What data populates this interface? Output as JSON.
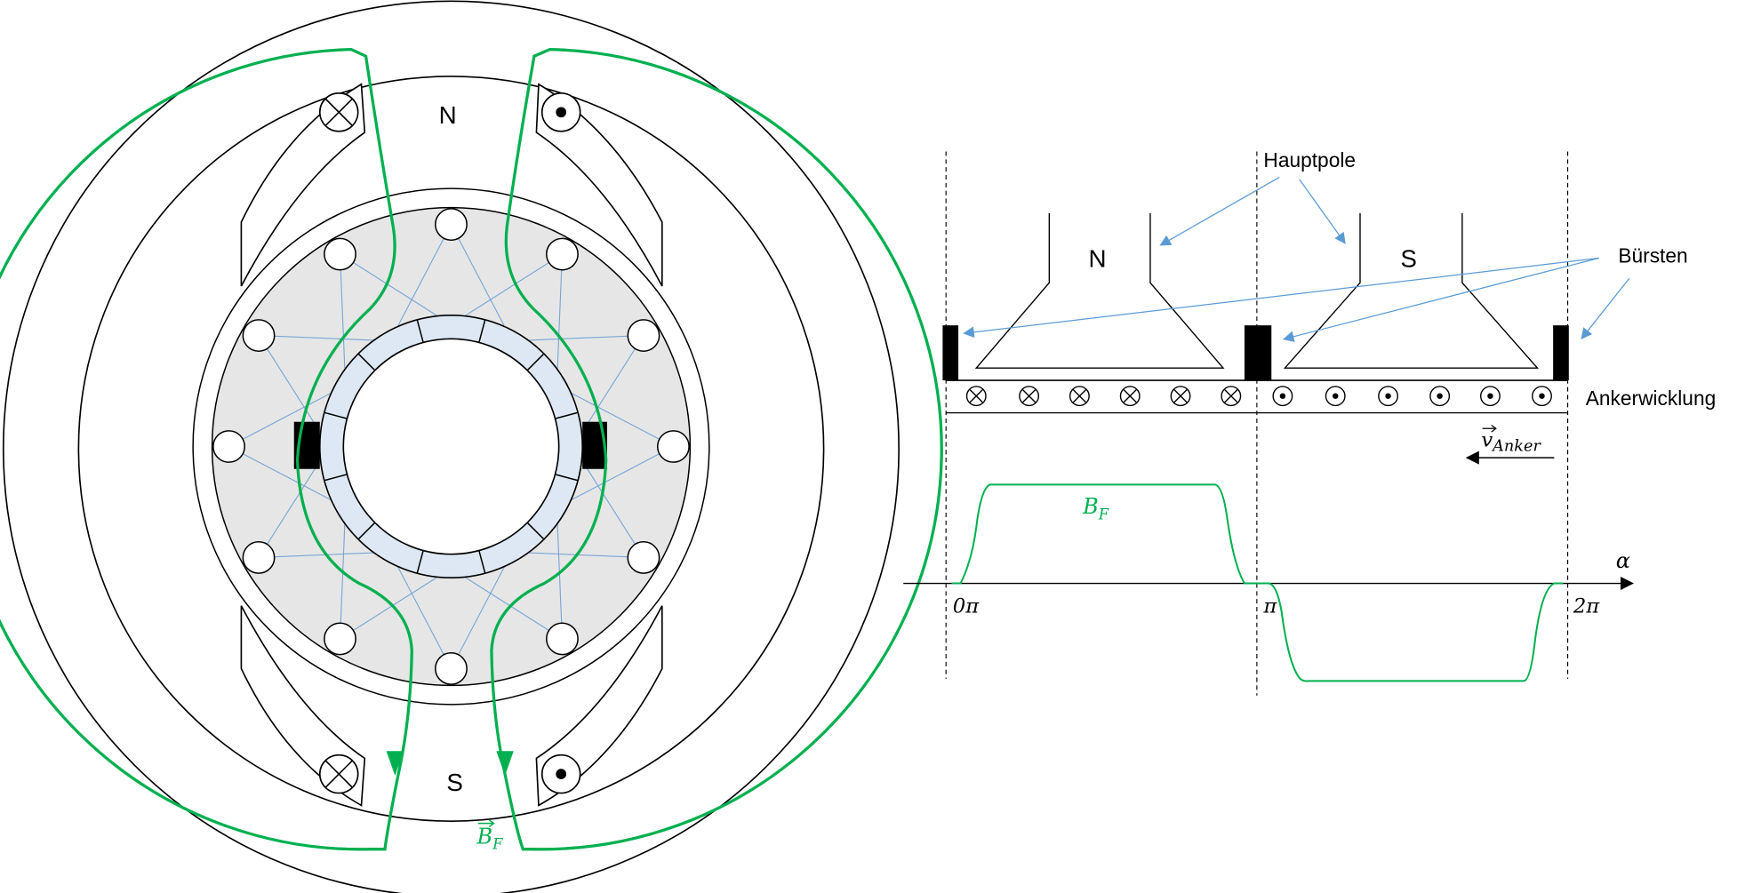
{
  "motor": {
    "pole_north": "N",
    "pole_south": "S",
    "field_label_main": "B",
    "field_label_sub": "F"
  },
  "developed_view": {
    "hauptpole": "Hauptpole",
    "pole_north": "N",
    "pole_south": "S",
    "buersten": "Bürsten",
    "ankerwicklung": "Ankerwicklung",
    "velocity_main": "v",
    "velocity_sub": "Anker",
    "field_label_main": "B",
    "field_label_sub": "F",
    "axis_label": "α",
    "tick_0": "0π",
    "tick_pi": "π",
    "tick_2pi": "2π"
  },
  "colors": {
    "field": "#00b050",
    "annotation": "#5b9bd5",
    "rotor": "#e6e6e6",
    "commutator": "#dde8f4"
  }
}
